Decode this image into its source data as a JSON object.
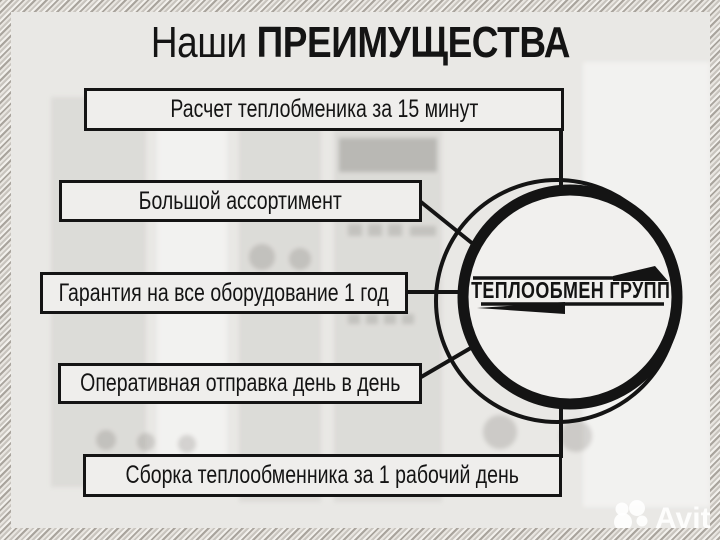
{
  "title": {
    "regular": "Наши",
    "bold": "ПРЕИМУЩЕСТВА"
  },
  "advantages": [
    "Расчет теплобменика за 15 минут",
    "Большой ассортимент",
    "Гарантия на все оборудование 1 год",
    "Оперативная отправка день в день",
    "Сборка теплообменника за 1 рабочий день"
  ],
  "logo": {
    "text": "ТЕПЛООБМЕН ГРУПП"
  },
  "watermark": {
    "text": "Avito"
  },
  "colors": {
    "ink": "#141414",
    "box_bg": "#efeeec",
    "canvas_bg": "#e9e8e5",
    "stripe_dark": "#a9a49d",
    "stripe_light": "#e8e5e0",
    "watermark": "rgba(255,255,255,0.88)"
  }
}
